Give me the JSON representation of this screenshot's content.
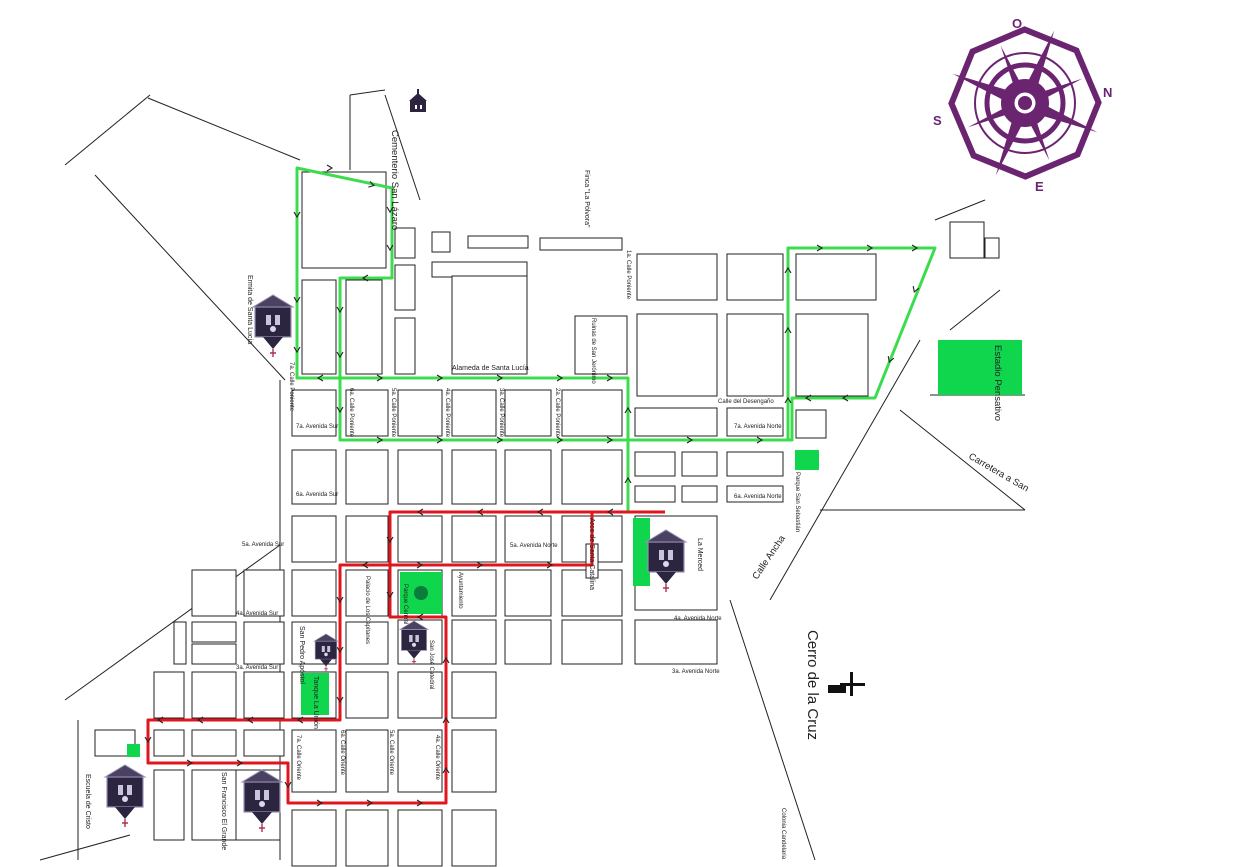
{
  "compass": {
    "letters": [
      "O",
      "N",
      "E",
      "S"
    ],
    "color": "#6b2470"
  },
  "route_colors": {
    "green": "#3ddc4e",
    "red": "#e0161f"
  },
  "streets": {
    "alameda": "Alameda de Santa Lucía",
    "desengano": "Calle del Desengaño",
    "ancha": "Calle Ancha",
    "carretera": "Carretera a San",
    "c7_pte": "7a. Calle Poniente",
    "c6_pte": "6a. Calle Poniente",
    "c5_pte": "5a. Calle Poniente",
    "c4_pte": "4a. Calle Poniente",
    "c3_pte": "3a. Calle Poniente",
    "c2_pte": "2a. Calle Poniente",
    "c1_pte": "1a. Calle Poniente",
    "c7_ote": "7a. Calle Oriente",
    "c6_ote": "6a. Calle Oriente",
    "c5_ote": "5a. Calle Oriente",
    "c4_ote": "4a. Calle Oriente",
    "av7_sur": "7a. Avenida Sur",
    "av6_sur": "6a. Avenida Sur",
    "av5_sur": "5a. Avenida Sur",
    "av4_sur": "4a. Avenida Sur",
    "av3_sur": "3a. Avenida Sur",
    "av7_nte": "7a. Avenida Norte",
    "av6_nte": "6a. Avenida Norte",
    "av5_nte": "5a. Avenida Norte",
    "av4_nte": "4a. Avenida Norte",
    "av3_nte": "3a. Avenida Norte"
  },
  "places": {
    "cementerio": "Cementerio San Lázaro",
    "finca": "Finca \"La Pólvora\"",
    "ermita": "Ermita de Santa Lucía",
    "ruinas": "Ruinas de San Jerónimo",
    "estadio": "Estadio Pensativo",
    "parque_sebastian": "Parque San Sebastián",
    "arco": "Arco de Santa Catalina",
    "merced": "La Merced",
    "parque_central": "Parque Central",
    "ayuntamiento": "Ayuntamiento",
    "palacio": "Palacio de Los Capitanes",
    "catedral": "San José Catedral",
    "san_pedro": "San Pedro Apóstol",
    "tanque": "Tanque La Unión",
    "escuela": "Escuela de Cristo",
    "san_francisco": "San Francisco El Grande",
    "cerro": "Cerro de la Cruz",
    "candelaria": "Colonia Candelaria"
  }
}
